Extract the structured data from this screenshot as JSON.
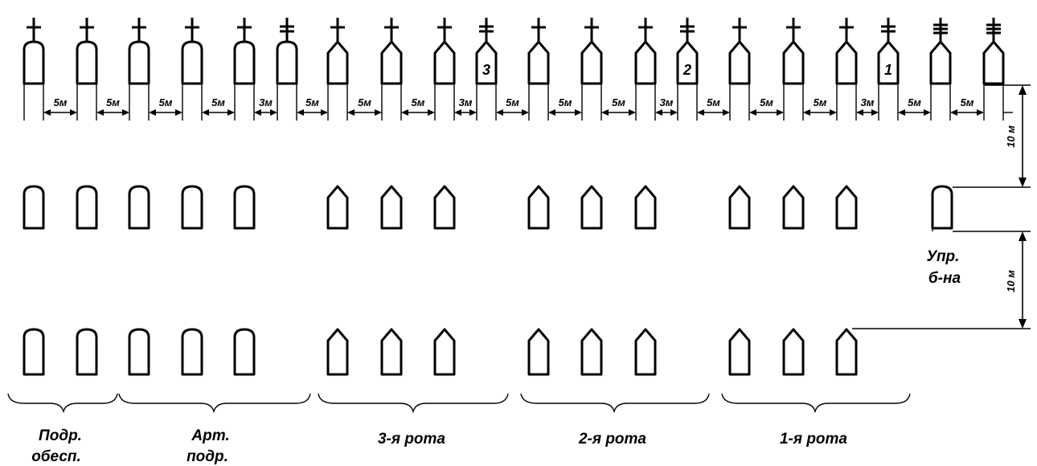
{
  "spacing": [
    "5м",
    "5м",
    "5м",
    "5м",
    "3м",
    "5м",
    "5м",
    "5м",
    "3м",
    "5м",
    "5м",
    "5м",
    "3м",
    "5м",
    "5м",
    "5м",
    "3м",
    "5м",
    "5м"
  ],
  "vehicle_numbers": {
    "company3": "3",
    "company2": "2",
    "company1": "1"
  },
  "row_spacing": [
    "10 м",
    "10 м"
  ],
  "groups": [
    {
      "line1": "Подр.",
      "line2": "обесп."
    },
    {
      "line1": "Арт.",
      "line2": "подр."
    },
    {
      "line1": "3-я рота",
      "line2": ""
    },
    {
      "line1": "2-я рота",
      "line2": ""
    },
    {
      "line1": "1-я рота",
      "line2": ""
    }
  ],
  "hq": {
    "line1": "Упр.",
    "line2": "б-на"
  }
}
